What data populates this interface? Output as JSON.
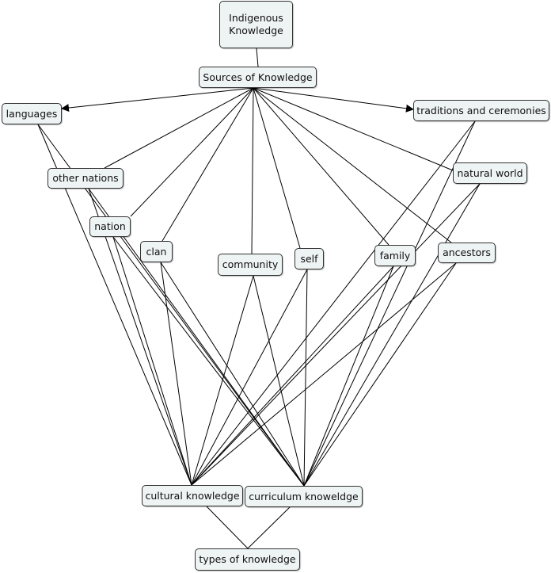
{
  "concept_map": {
    "nodes": {
      "indigenous": "Indigenous\nKnowledge",
      "sources": "Sources of Knowledge",
      "languages": "languages",
      "traditions": "traditions and ceremonies",
      "other_nations": "other nations",
      "natural_world": "natural world",
      "nation": "nation",
      "clan": "clan",
      "community": "community",
      "self": "self",
      "family": "family",
      "ancestors": "ancestors",
      "cultural": "cultural knowledge",
      "curriculum": "curriculum knoweldge",
      "types": "types of knowledge"
    },
    "links": [
      {
        "from": "indigenous",
        "to": "sources",
        "arrow": false
      },
      {
        "from": "sources",
        "to": "languages",
        "arrow": true
      },
      {
        "from": "sources",
        "to": "traditions",
        "arrow": true
      },
      {
        "from": "sources",
        "to": "other_nations",
        "arrow": false
      },
      {
        "from": "sources",
        "to": "nation",
        "arrow": false
      },
      {
        "from": "sources",
        "to": "clan",
        "arrow": false
      },
      {
        "from": "sources",
        "to": "community",
        "arrow": false
      },
      {
        "from": "sources",
        "to": "self",
        "arrow": false
      },
      {
        "from": "sources",
        "to": "family",
        "arrow": false
      },
      {
        "from": "sources",
        "to": "ancestors",
        "arrow": false
      },
      {
        "from": "sources",
        "to": "natural_world",
        "arrow": false
      },
      {
        "from": "languages",
        "to": "cultural",
        "arrow": false
      },
      {
        "from": "languages",
        "to": "curriculum",
        "arrow": false
      },
      {
        "from": "other_nations",
        "to": "cultural",
        "arrow": false
      },
      {
        "from": "other_nations",
        "to": "curriculum",
        "arrow": false
      },
      {
        "from": "nation",
        "to": "cultural",
        "arrow": false
      },
      {
        "from": "nation",
        "to": "curriculum",
        "arrow": false
      },
      {
        "from": "clan",
        "to": "cultural",
        "arrow": false
      },
      {
        "from": "clan",
        "to": "curriculum",
        "arrow": false
      },
      {
        "from": "community",
        "to": "cultural",
        "arrow": false
      },
      {
        "from": "community",
        "to": "curriculum",
        "arrow": false
      },
      {
        "from": "self",
        "to": "cultural",
        "arrow": false
      },
      {
        "from": "self",
        "to": "curriculum",
        "arrow": false
      },
      {
        "from": "family",
        "to": "cultural",
        "arrow": false
      },
      {
        "from": "family",
        "to": "curriculum",
        "arrow": false
      },
      {
        "from": "ancestors",
        "to": "cultural",
        "arrow": false
      },
      {
        "from": "ancestors",
        "to": "curriculum",
        "arrow": false
      },
      {
        "from": "natural_world",
        "to": "cultural",
        "arrow": false
      },
      {
        "from": "natural_world",
        "to": "curriculum",
        "arrow": false
      },
      {
        "from": "traditions",
        "to": "cultural",
        "arrow": false
      },
      {
        "from": "traditions",
        "to": "curriculum",
        "arrow": false
      },
      {
        "from": "cultural",
        "to": "types",
        "arrow": false
      },
      {
        "from": "curriculum",
        "to": "types",
        "arrow": false
      }
    ]
  }
}
